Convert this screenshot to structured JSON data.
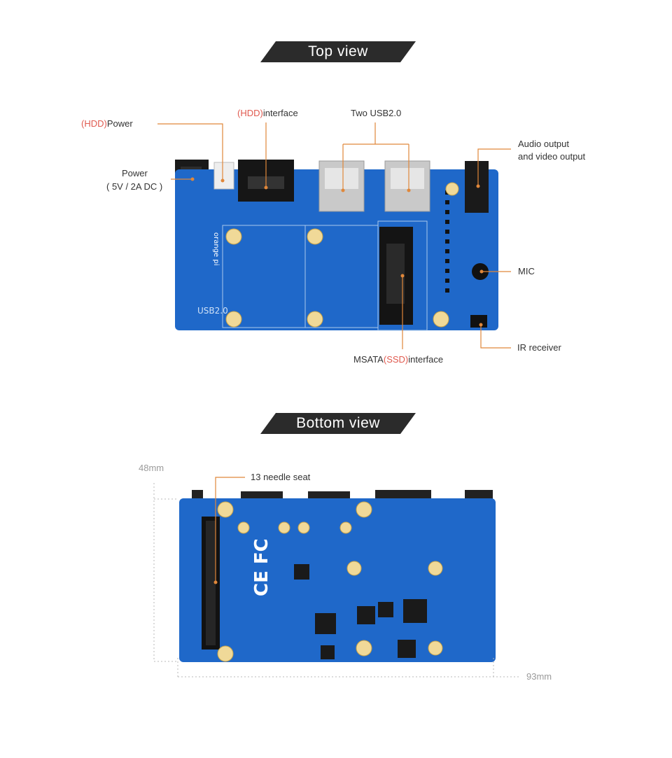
{
  "top_view": {
    "title": "Top view",
    "hdd_power": {
      "prefix": "(HDD)",
      "text": "Power"
    },
    "hdd_interface": {
      "prefix": "(HDD)",
      "text": "interface"
    },
    "two_usb": "Two USB2.0",
    "power_line1": "Power",
    "power_line2": "( 5V / 2A DC )",
    "audio_line1": "Audio output",
    "audio_line2": "and video output",
    "mic": "MIC",
    "ir": "IR receiver",
    "msata": {
      "before": "MSATA",
      "highlight": "(SSD)",
      "after": "interface"
    },
    "board_usb_print": "USB2.0"
  },
  "bottom_view": {
    "title": "Bottom view",
    "needle": "13 needle seat",
    "height": "48mm",
    "width": "93mm"
  },
  "colors": {
    "accent_red": "#e05a4f",
    "leader_orange": "#e0873a",
    "board_blue": "#1f68c9",
    "banner": "#2b2b2b"
  }
}
